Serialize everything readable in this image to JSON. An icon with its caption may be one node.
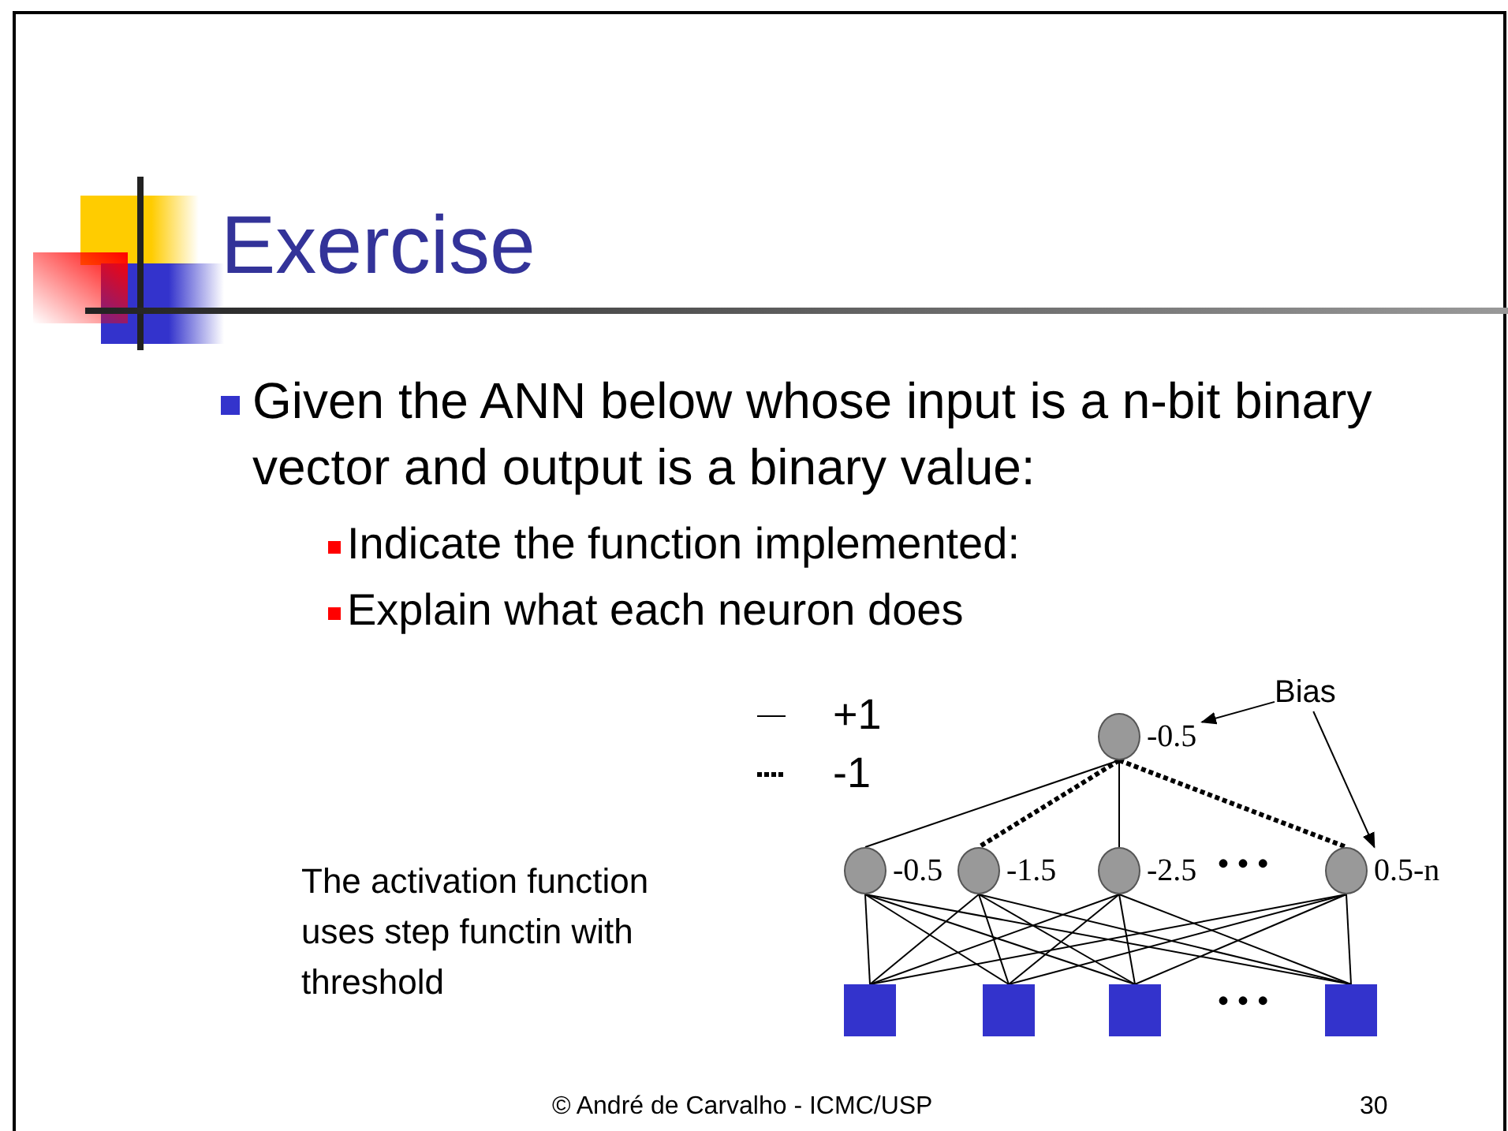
{
  "diagram": {
    "title": "Exercise",
    "nodes": [
      {
        "text": [],
        "shape": "circle",
        "beside": [
          "-0.5"
        ]
      },
      {
        "text": [
          "Bias"
        ]
      },
      {
        "text": [],
        "shape": "circle",
        "beside": [
          "-0.5"
        ]
      },
      {
        "text": [],
        "shape": "circle",
        "beside": [
          "-1.5"
        ]
      },
      {
        "text": [],
        "shape": "circle",
        "beside": [
          "-2.5"
        ]
      },
      {
        "text": [],
        "shape": "circle",
        "beside": [
          "0.5-n"
        ]
      },
      {
        "text": [],
        "shape": "box"
      },
      {
        "text": [],
        "shape": "box"
      },
      {
        "text": [],
        "shape": "box"
      },
      {
        "text": [],
        "shape": "box"
      }
    ],
    "edges": [
      {
        "from": 1,
        "to": 0,
        "arrow": "to"
      },
      {
        "from": 1,
        "to": 5,
        "arrow": "to"
      },
      {
        "from": 0,
        "to": 2,
        "arrow": "none"
      },
      {
        "from": 0,
        "to": 3,
        "arrow": "none",
        "style": "dashed"
      },
      {
        "from": 0,
        "to": 4,
        "arrow": "none"
      },
      {
        "from": 0,
        "to": 5,
        "arrow": "none",
        "style": "dashed"
      },
      {
        "from": 2,
        "to": 6,
        "arrow": "none"
      },
      {
        "from": 2,
        "to": 7,
        "arrow": "none"
      },
      {
        "from": 2,
        "to": 8,
        "arrow": "none"
      },
      {
        "from": 2,
        "to": 9,
        "arrow": "none"
      },
      {
        "from": 3,
        "to": 6,
        "arrow": "none"
      },
      {
        "from": 3,
        "to": 7,
        "arrow": "none"
      },
      {
        "from": 3,
        "to": 8,
        "arrow": "none"
      },
      {
        "from": 3,
        "to": 9,
        "arrow": "none"
      },
      {
        "from": 4,
        "to": 6,
        "arrow": "none"
      },
      {
        "from": 4,
        "to": 7,
        "arrow": "none"
      },
      {
        "from": 4,
        "to": 8,
        "arrow": "none"
      },
      {
        "from": 4,
        "to": 9,
        "arrow": "none"
      },
      {
        "from": 5,
        "to": 6,
        "arrow": "none"
      },
      {
        "from": 5,
        "to": 7,
        "arrow": "none"
      },
      {
        "from": 5,
        "to": 8,
        "arrow": "none"
      },
      {
        "from": 5,
        "to": 9,
        "arrow": "none"
      }
    ],
    "labels": [
      "Given the ANN below whose input is a n-bit binary vector and output is a binary value:",
      "Indicate the function implemented:",
      "Explain what each neuron does",
      "The activation function uses step functin with threshold",
      "• • •",
      "• • •",
      "© André de Carvalho - ICMC/USP",
      "30"
    ],
    "legend": [
      {
        "text": "+1"
      },
      {
        "text": "-1"
      }
    ]
  }
}
